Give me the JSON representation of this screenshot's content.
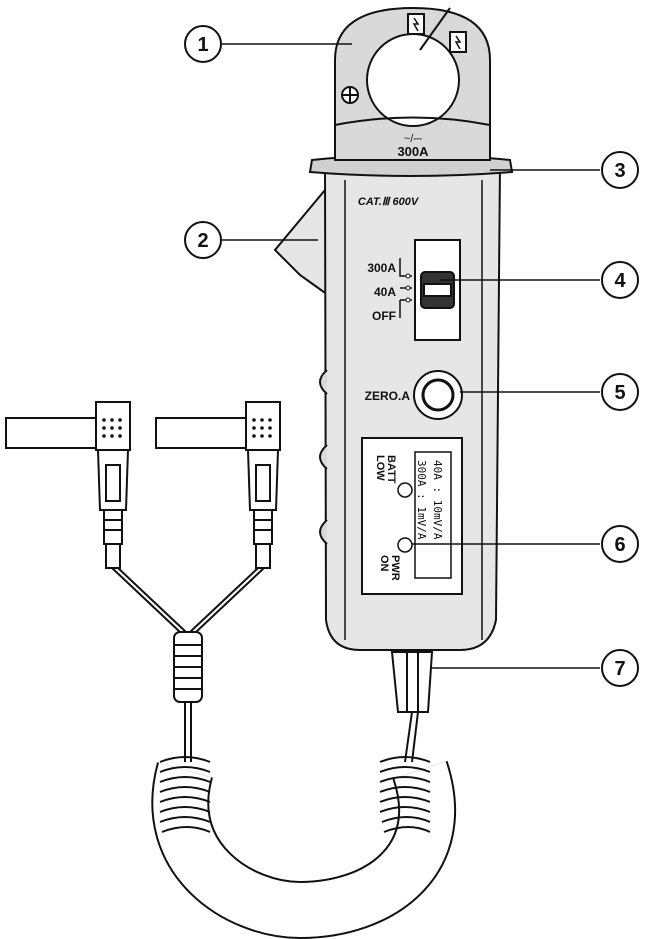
{
  "callouts": [
    {
      "number": "1"
    },
    {
      "number": "2"
    },
    {
      "number": "3"
    },
    {
      "number": "4"
    },
    {
      "number": "5"
    },
    {
      "number": "6"
    },
    {
      "number": "7"
    }
  ],
  "jaw": {
    "symbol": "~/⎓",
    "rating": "300A"
  },
  "body": {
    "category": "CAT.Ⅲ 600V"
  },
  "range_switch": {
    "options": [
      "300A",
      "40A",
      "OFF"
    ]
  },
  "zero_button": {
    "label": "ZERO.A"
  },
  "indicators": {
    "batt_line1": "BATT",
    "batt_line2": "LOW",
    "pwr_line1": "PWR",
    "pwr_line2": "ON",
    "scale_40a": "40A : 10mV/A",
    "scale_300a": "300A : 1mV/A"
  },
  "colors": {
    "body_fill": "#e6e6e6",
    "jaw_fill": "#d9d9d9",
    "outline": "#111111",
    "dark_fill": "#333333"
  }
}
